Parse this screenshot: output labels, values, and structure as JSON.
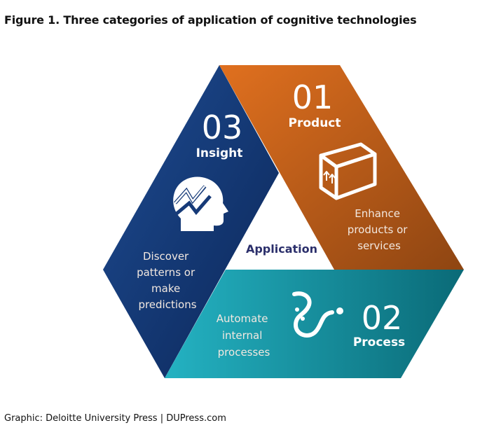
{
  "title": "Figure 1.  Three categories of application of cognitive technologies",
  "center_label": "Application",
  "segments": [
    {
      "number": "01",
      "name": "Product",
      "description": [
        "Enhance",
        "products or",
        "services"
      ],
      "icon": "box-icon",
      "color": "#c8641e"
    },
    {
      "number": "02",
      "name": "Process",
      "description": [
        "Automate",
        "internal",
        "processes"
      ],
      "icon": "process-flow-icon",
      "color": "#1b9aab"
    },
    {
      "number": "03",
      "name": "Insight",
      "description": [
        "Discover",
        "patterns or",
        "make",
        "predictions"
      ],
      "icon": "head-chart-icon",
      "color": "#163a78"
    }
  ],
  "footer": "Graphic: Deloitte University Press  |  DUPress.com"
}
